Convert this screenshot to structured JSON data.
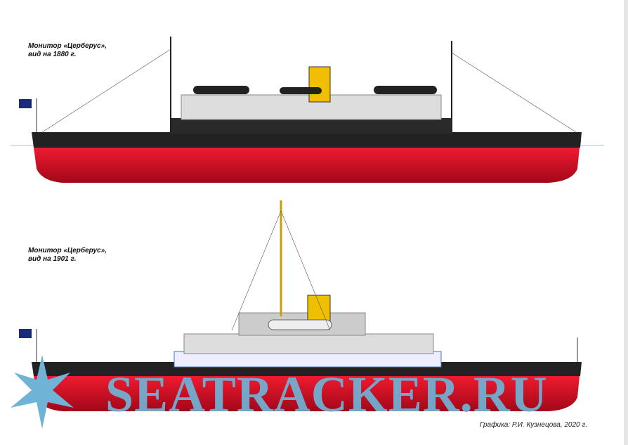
{
  "captions": [
    {
      "line1": "Монитор «Церберус»,",
      "line2": "вид на  1880 г."
    },
    {
      "line1": "Монитор «Церберус»,",
      "line2": "вид на  1901 г."
    }
  ],
  "credit": "Графика: Р.И. Кузнецова, 2020 г.",
  "watermark": "SEATRACKER.RU",
  "colors": {
    "hull_red": "#e0122a",
    "hull_black": "#1a1a1a",
    "funnel": "#f0c000",
    "watermark": "#6fb3d6"
  }
}
